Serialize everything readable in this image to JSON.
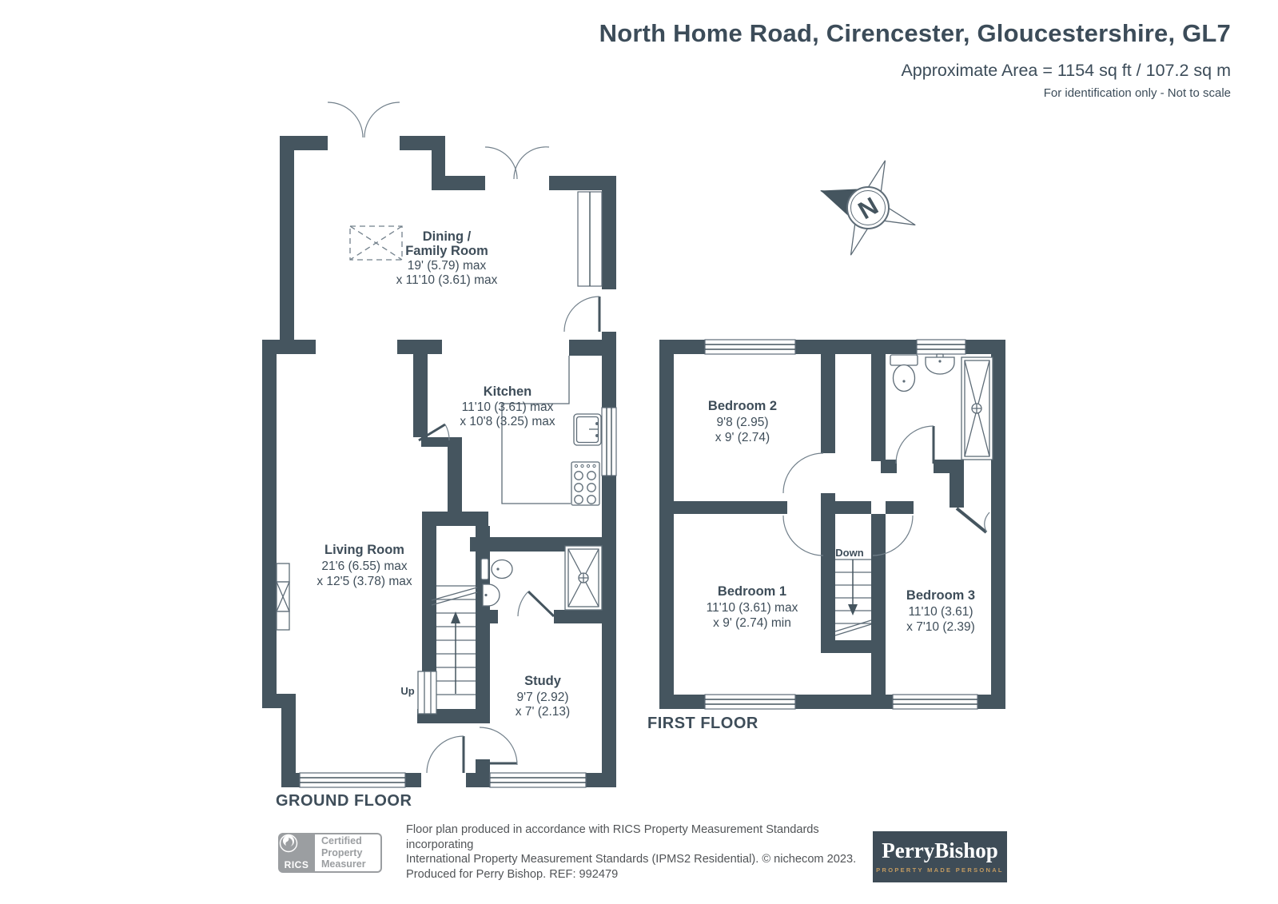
{
  "header": {
    "title": "North Home Road, Cirencester, Gloucestershire, GL7",
    "area_line": "Approximate Area = 1154 sq ft / 107.2 sq m",
    "note": "For identification only - Not to scale"
  },
  "ground_floor": {
    "label": "GROUND FLOOR",
    "stairs_label": "Up",
    "rooms": {
      "dining": {
        "name_line1": "Dining /",
        "name_line2": "Family Room",
        "dims_line1": "19' (5.79) max",
        "dims_line2": "x 11'10 (3.61) max"
      },
      "kitchen": {
        "name": "Kitchen",
        "dims_line1": "11'10 (3.61) max",
        "dims_line2": "x 10'8 (3.25) max"
      },
      "living": {
        "name": "Living Room",
        "dims_line1": "21'6 (6.55) max",
        "dims_line2": "x 12'5 (3.78) max"
      },
      "study": {
        "name": "Study",
        "dims_line1": "9'7 (2.92)",
        "dims_line2": "x 7' (2.13)"
      }
    }
  },
  "first_floor": {
    "label": "FIRST FLOOR",
    "stairs_label": "Down",
    "rooms": {
      "bedroom1": {
        "name": "Bedroom 1",
        "dims_line1": "11'10 (3.61) max",
        "dims_line2": "x 9' (2.74) min"
      },
      "bedroom2": {
        "name": "Bedroom 2",
        "dims_line1": "9'8 (2.95)",
        "dims_line2": "x 9' (2.74)"
      },
      "bedroom3": {
        "name": "Bedroom 3",
        "dims_line1": "11'10 (3.61)",
        "dims_line2": "x 7'10 (2.39)"
      }
    }
  },
  "compass": {
    "north_label": "N"
  },
  "footer": {
    "credit_line1": "Floor plan produced in accordance with RICS Property Measurement Standards incorporating",
    "credit_line2": "International Property Measurement Standards (IPMS2 Residential).   © nichecom 2023.",
    "credit_line3": "Produced for Perry Bishop.   REF: 992479",
    "rics_badge": {
      "brand": "RICS",
      "line1": "Certified",
      "line2": "Property",
      "line3": "Measurer"
    },
    "agent_logo": {
      "name": "PerryBishop",
      "tagline": "PROPERTY MADE PERSONAL"
    }
  },
  "colors": {
    "wall": "#45555F",
    "ink": "#3E4D59",
    "rics_gray": "#9B9EA1",
    "brand_bg": "#3E4C57",
    "brand_gold": "#C39B60"
  }
}
